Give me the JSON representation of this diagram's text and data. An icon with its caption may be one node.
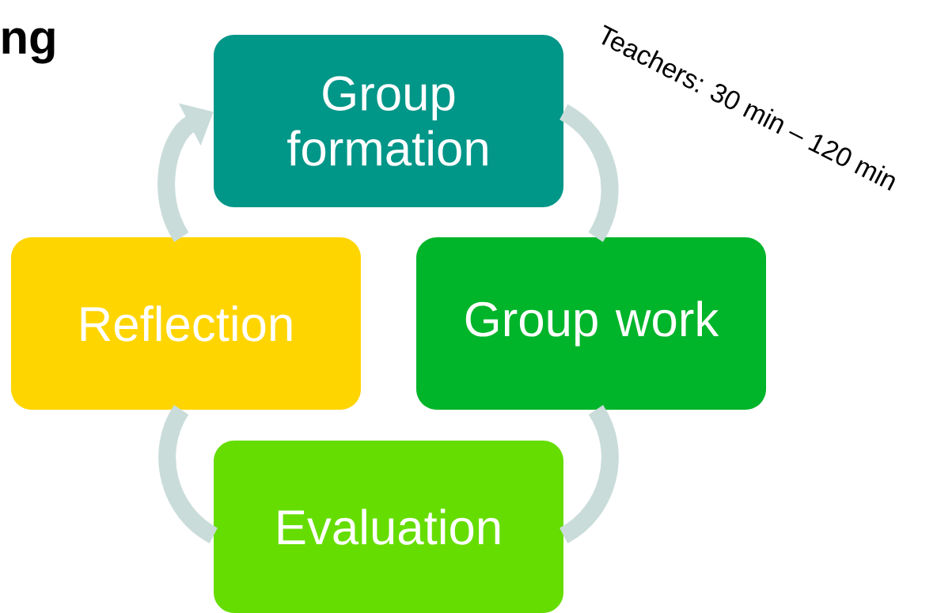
{
  "diagram": {
    "nodes": [
      {
        "text": [
          "Group formation"
        ]
      },
      {
        "text": [
          "Group work"
        ]
      },
      {
        "text": [
          "Evaluation"
        ]
      },
      {
        "text": [
          "Reflection"
        ]
      }
    ],
    "edges": [
      {
        "from": 0,
        "to": 1,
        "arrow": "none"
      },
      {
        "from": 1,
        "to": 2,
        "arrow": "none"
      },
      {
        "from": 2,
        "to": 3,
        "arrow": "none"
      },
      {
        "from": 3,
        "to": 0,
        "arrow": "to"
      }
    ],
    "labels": [
      "ng",
      "Teachers: 30 min – 120 min"
    ]
  }
}
